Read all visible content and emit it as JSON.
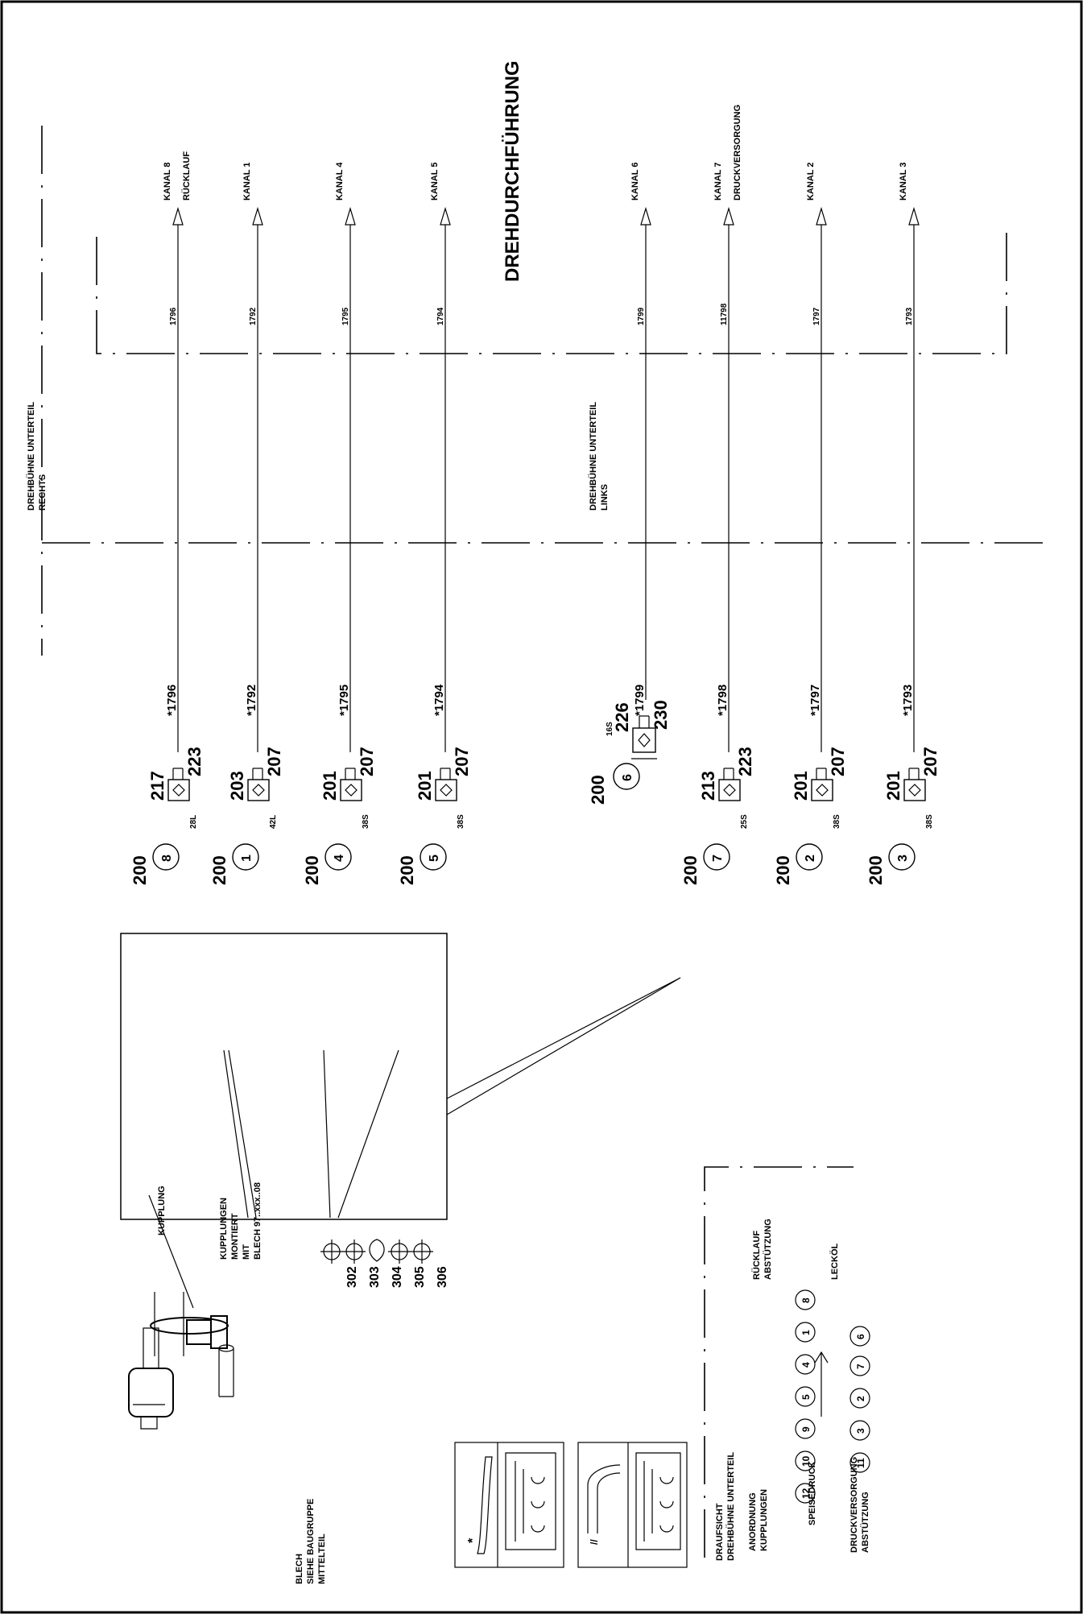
{
  "header": {
    "title": "DREHDURCHFÜHRUNG"
  },
  "zones": {
    "right": [
      "DREHBÜHNE UNTERTEIL",
      "RECHTS"
    ],
    "left": [
      "DREHBÜHNE UNTERTEIL",
      "LINKS"
    ]
  },
  "channels": [
    {
      "kanal": "KANAL 8",
      "sub": "RÜCKLAUF",
      "top_label": "1796",
      "line_label": "*1796",
      "p1": "217",
      "p2": "223",
      "size": "28L",
      "circle": "8",
      "base": "200"
    },
    {
      "kanal": "KANAL 1",
      "sub": "",
      "top_label": "1792",
      "line_label": "*1792",
      "p1": "203",
      "p2": "207",
      "size": "42L",
      "circle": "1",
      "base": "200"
    },
    {
      "kanal": "KANAL 4",
      "sub": "",
      "top_label": "1795",
      "line_label": "*1795",
      "p1": "201",
      "p2": "207",
      "size": "38S",
      "circle": "4",
      "base": "200"
    },
    {
      "kanal": "KANAL 5",
      "sub": "",
      "top_label": "1794",
      "line_label": "*1794",
      "p1": "201",
      "p2": "207",
      "size": "38S",
      "circle": "5",
      "base": "200"
    },
    {
      "kanal": "KANAL 6",
      "sub": "",
      "top_label": "1799",
      "line_label": "*1799",
      "p1": "226",
      "p2": "230",
      "size": "16S",
      "circle": "6",
      "base": "200"
    },
    {
      "kanal": "KANAL 7",
      "sub": "DRUCKVERSORGUNG",
      "top_label": "11798",
      "line_label": "*1798",
      "p1": "213",
      "p2": "223",
      "size": "25S",
      "circle": "7",
      "base": "200"
    },
    {
      "kanal": "KANAL 2",
      "sub": "",
      "top_label": "1797",
      "line_label": "*1797",
      "p1": "201",
      "p2": "207",
      "size": "38S",
      "circle": "2",
      "base": "200"
    },
    {
      "kanal": "KANAL 3",
      "sub": "",
      "top_label": "1793",
      "line_label": "*1793",
      "p1": "201",
      "p2": "207",
      "size": "38S",
      "circle": "3",
      "base": "200"
    }
  ],
  "detail": {
    "kupplung": "KUPPLUNG",
    "montiert": [
      "KUPPLUNGEN",
      "MONTIERT",
      "MIT",
      "BLECH 97..xxx..08"
    ],
    "numbers": [
      "302",
      "303",
      "304",
      "305",
      "306"
    ],
    "blech": [
      "BLECH",
      "SIEHE BAUGRUPPE",
      "MITTELTEIL"
    ]
  },
  "legend_icons": [
    "*",
    "//"
  ],
  "arrangement": {
    "header": [
      "DRAUFSICHT",
      "DREHBÜHNE UNTERTEIL",
      "ANORDNUNG",
      "KUPPLUNGEN"
    ],
    "speisedruck": "SPEISEDRUCK",
    "druckversorgung": [
      "DRUCKVERSORGUNG",
      "ABSTÜTZUNG"
    ],
    "ruecklauf": [
      "RÜCKLAUF",
      "ABSTÜTZUNG"
    ],
    "leckoel": "LECKÖL",
    "row_top": [
      "8",
      "1",
      "4",
      "5",
      "9",
      "10",
      "12"
    ],
    "row_bottom": [
      "6",
      "7",
      "2",
      "3",
      "11"
    ]
  }
}
